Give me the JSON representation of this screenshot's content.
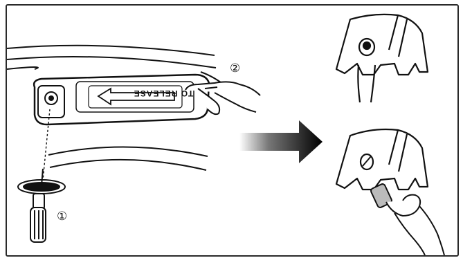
{
  "diagram": {
    "step_markers": [
      "①",
      "②"
    ],
    "cover_label": "TO RELEASE",
    "colors": {
      "line": "#111111",
      "background": "#ffffff"
    },
    "icons": [
      "screwdriver-icon",
      "hand-icon",
      "arrow-right-icon",
      "valve-cover-icon"
    ]
  }
}
